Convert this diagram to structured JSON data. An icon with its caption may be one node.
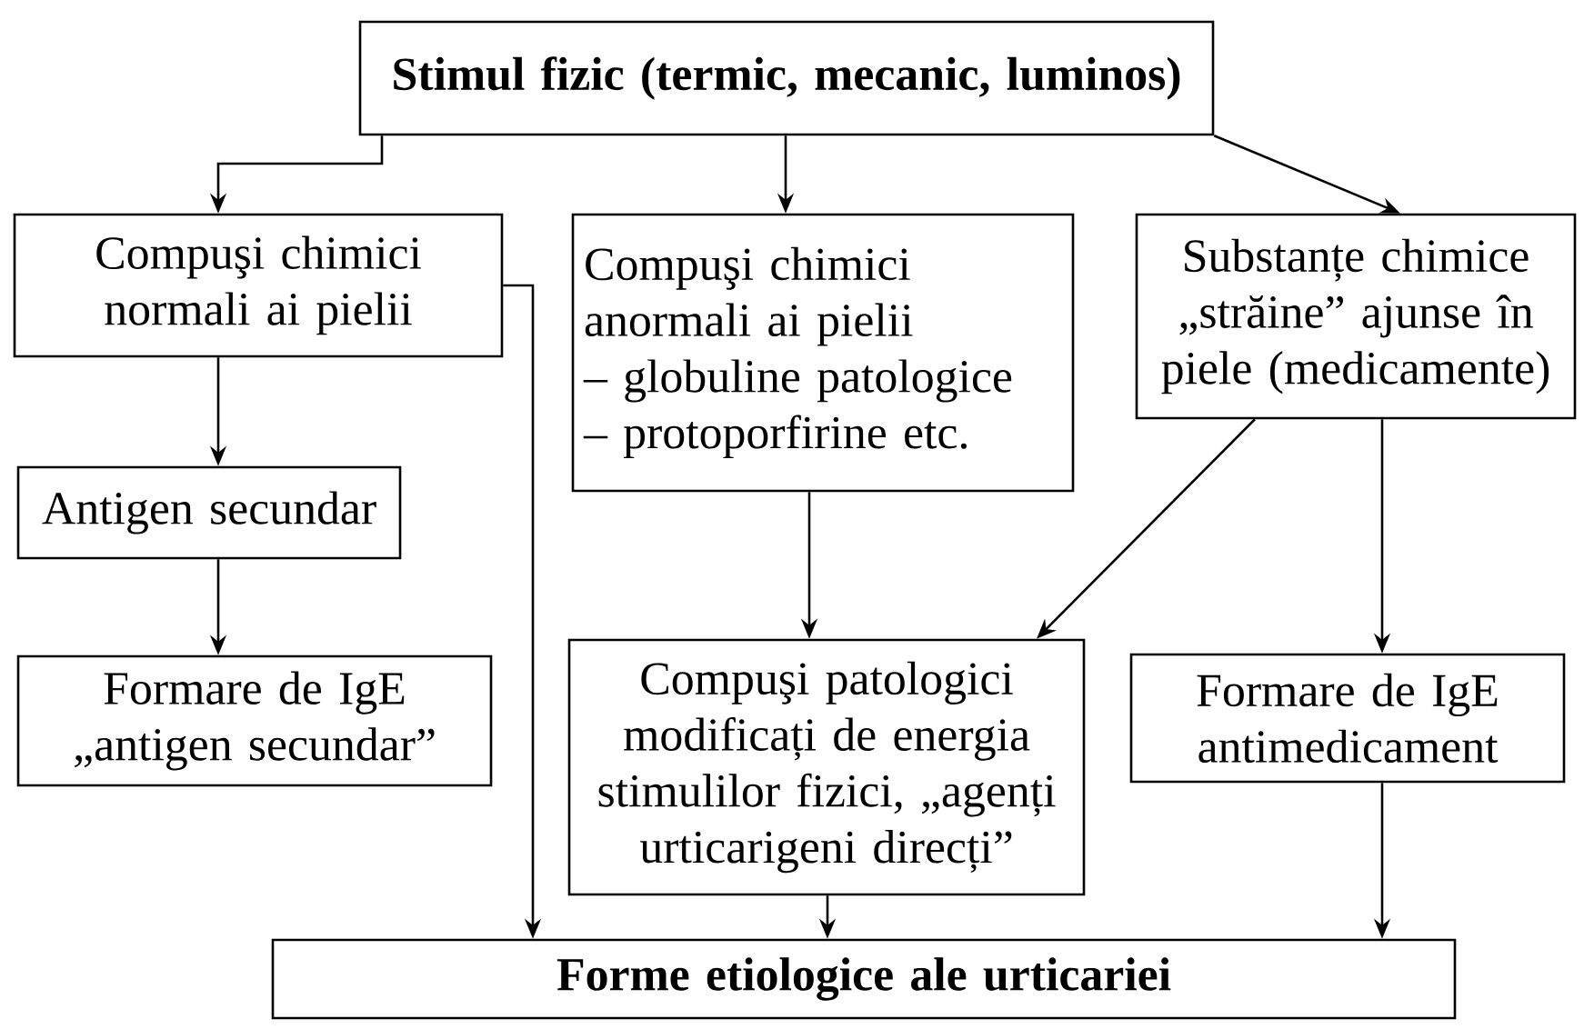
{
  "diagram": {
    "nodes": [
      {
        "text": [
          "Stimul fizic (termic, mecanic, luminos)"
        ]
      },
      {
        "text": [
          "Compuşi chimici normali ai pielii"
        ]
      },
      {
        "text": [
          "Antigen secundar"
        ]
      },
      {
        "text": [
          "Formare de IgE „antigen secundar”"
        ]
      },
      {
        "text": [
          "Compuşi chimici anormali ai pielii",
          "– globuline patologice",
          "– protoporfirine etc."
        ]
      },
      {
        "text": [
          "Substanțe chimice „străine” ajunse în piele (medicamente)"
        ]
      },
      {
        "text": [
          "Compuşi patologici modificați de energia stimulilor fizici, „agenți urticarigeni direcți”"
        ]
      },
      {
        "text": [
          "Formare de IgE antimedicament"
        ]
      },
      {
        "text": [
          "Forme etiologice ale urticariei"
        ]
      }
    ],
    "edges": [
      {
        "from": 0,
        "to": 1,
        "arrow": "to"
      },
      {
        "from": 0,
        "to": 4,
        "arrow": "to"
      },
      {
        "from": 0,
        "to": 5,
        "arrow": "to"
      },
      {
        "from": 1,
        "to": 2,
        "arrow": "to"
      },
      {
        "from": 2,
        "to": 3,
        "arrow": "to"
      },
      {
        "from": 1,
        "to": 8,
        "arrow": "to"
      },
      {
        "from": 4,
        "to": 6,
        "arrow": "to"
      },
      {
        "from": 5,
        "to": 6,
        "arrow": "to"
      },
      {
        "from": 5,
        "to": 7,
        "arrow": "to"
      },
      {
        "from": 6,
        "to": 8,
        "arrow": "to"
      },
      {
        "from": 7,
        "to": 8,
        "arrow": "to"
      }
    ]
  }
}
